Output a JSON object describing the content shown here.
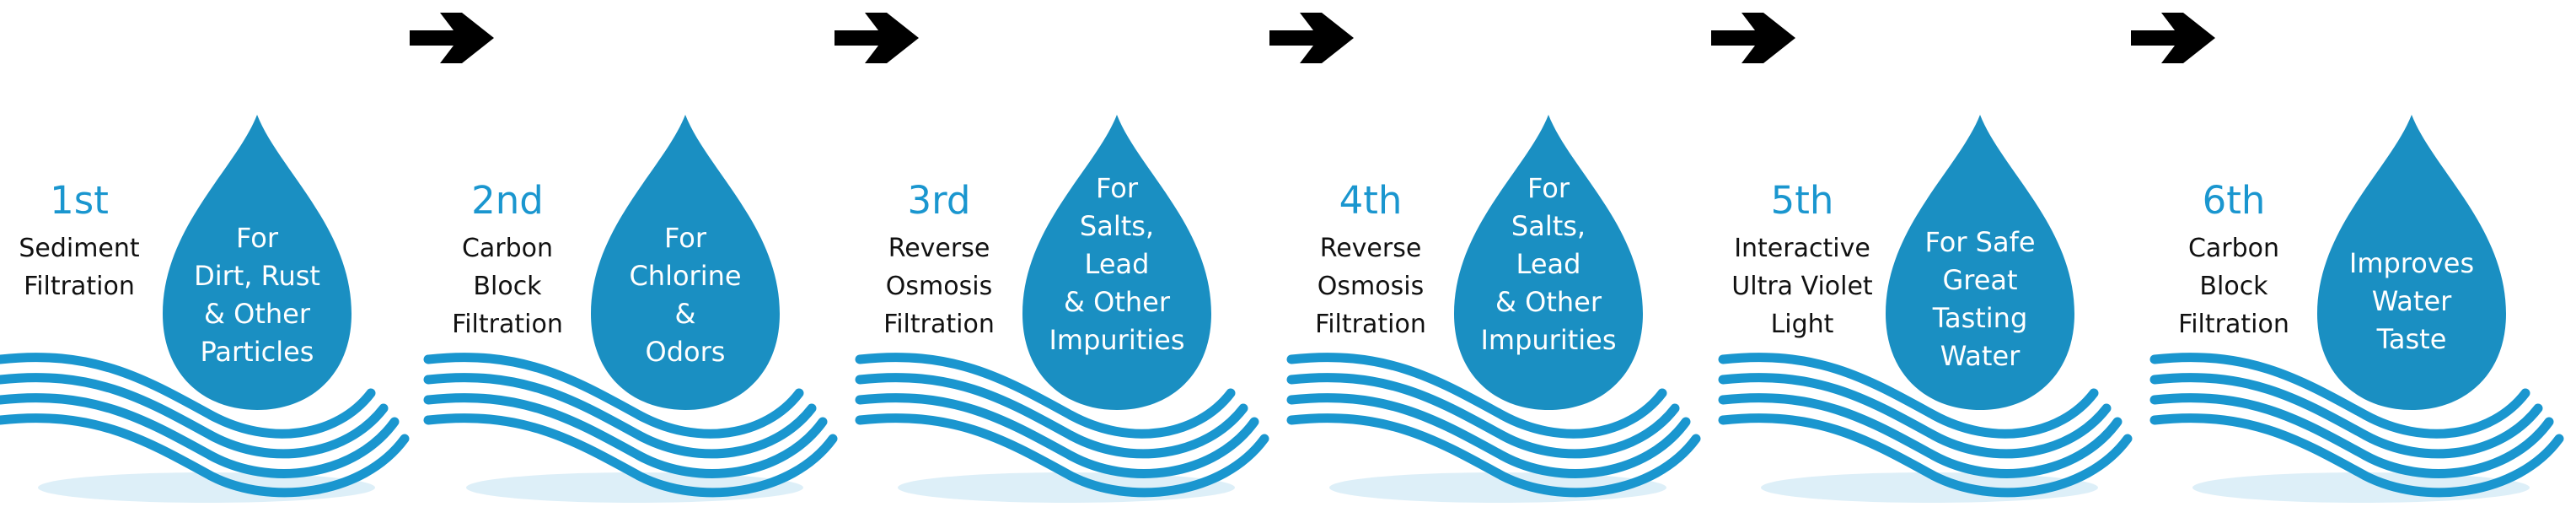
{
  "colors": {
    "accent": "#1a96cf",
    "drop": "#1a8fc2",
    "wave": "#1a96cf",
    "text": "#111111",
    "arrow": "#000000"
  },
  "icons": [
    "water-drop-icon",
    "wave-icon",
    "arrow-right-icon"
  ],
  "steps": [
    {
      "ordinal": "1st",
      "name": "Sediment\nFiltration",
      "description": "For\nDirt, Rust\n& Other\nParticles"
    },
    {
      "ordinal": "2nd",
      "name": "Carbon\nBlock\nFiltration",
      "description": "For\nChlorine\n&\nOdors"
    },
    {
      "ordinal": "3rd",
      "name": "Reverse\nOsmosis\nFiltration",
      "description": "For\nSalts,\nLead\n& Other\nImpurities"
    },
    {
      "ordinal": "4th",
      "name": "Reverse\nOsmosis\nFiltration",
      "description": "For\nSalts,\nLead\n& Other\nImpurities"
    },
    {
      "ordinal": "5th",
      "name": "Interactive\nUltra Violet\nLight",
      "description": "For Safe\nGreat\nTasting\nWater"
    },
    {
      "ordinal": "6th",
      "name": "Carbon\nBlock\nFiltration",
      "description": "Improves\nWater\nTaste"
    }
  ]
}
